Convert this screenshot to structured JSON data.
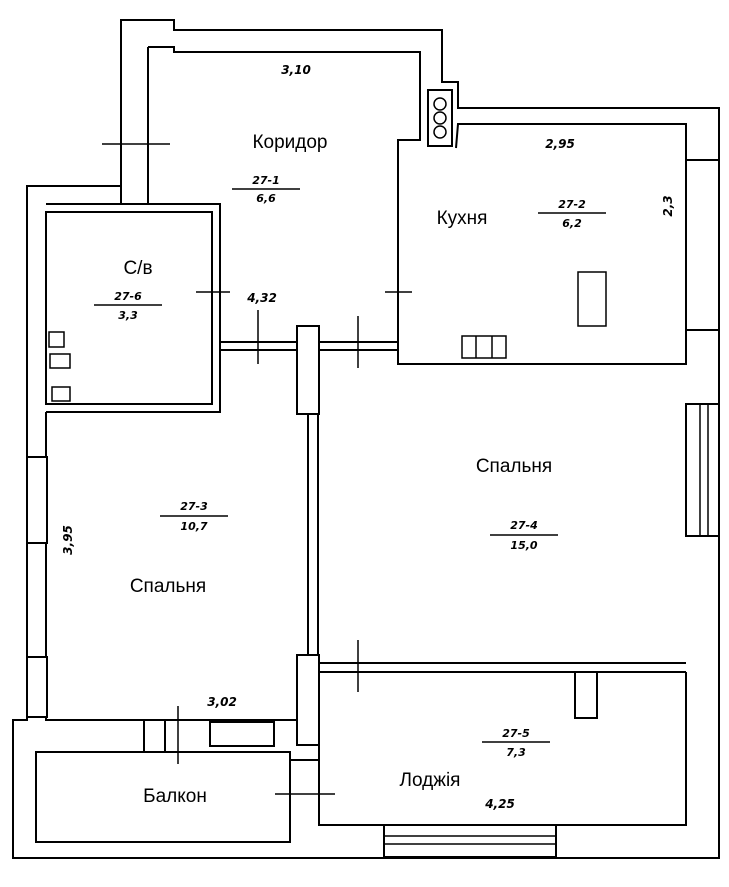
{
  "rooms": {
    "corridor": {
      "name": "Коридор",
      "code": "27-1",
      "area": "6,6"
    },
    "kitchen": {
      "name": "Кухня",
      "code": "27-2",
      "area": "6,2"
    },
    "bedroom_left": {
      "name": "Спальня",
      "code": "27-3",
      "area": "10,7"
    },
    "bedroom_right": {
      "name": "Спальня",
      "code": "27-4",
      "area": "15,0"
    },
    "loggia": {
      "name": "Лоджія",
      "code": "27-5",
      "area": "7,3"
    },
    "bathroom": {
      "name": "С/в",
      "code": "27-6",
      "area": "3,3"
    },
    "balcony": {
      "name": "Балкон"
    }
  },
  "dimensions": {
    "corridor_top": "3,10",
    "kitchen_top": "2,95",
    "kitchen_right": "2,3",
    "mid_width": "4,32",
    "left_height": "3,95",
    "left_bottom": "3,02",
    "loggia_bottom": "4,25"
  }
}
